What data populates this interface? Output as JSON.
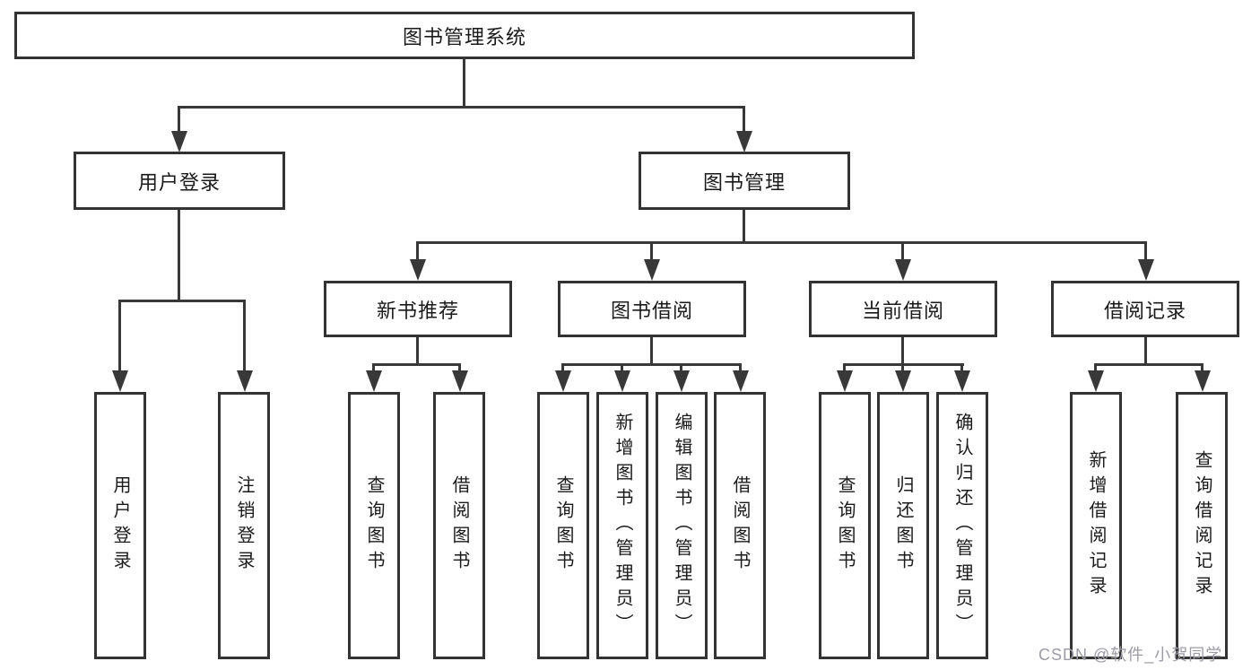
{
  "diagram": {
    "root": "图书管理系统",
    "level2": {
      "user_login": "用户登录",
      "book_management": "图书管理"
    },
    "user_login_children": [
      "用户登录",
      "注销登录"
    ],
    "modules": [
      {
        "label": "新书推荐",
        "children": [
          "查询图书",
          "借阅图书"
        ]
      },
      {
        "label": "图书借阅",
        "children": [
          "查询图书",
          "新增图书（管理员）",
          "编辑图书（管理员）",
          "借阅图书"
        ]
      },
      {
        "label": "当前借阅",
        "children": [
          "查询图书",
          "归还图书",
          "确认归还（管理员）"
        ]
      },
      {
        "label": "借阅记录",
        "children": [
          "新增借阅记录",
          "查询借阅记录"
        ]
      }
    ]
  },
  "watermark": {
    "text": "CSDN @软件_小贺同学",
    "color": "#9b9ba6"
  },
  "colors": {
    "line": "#383838",
    "box_border": "#333333",
    "text": "#1a1a1a",
    "background": "#ffffff"
  }
}
